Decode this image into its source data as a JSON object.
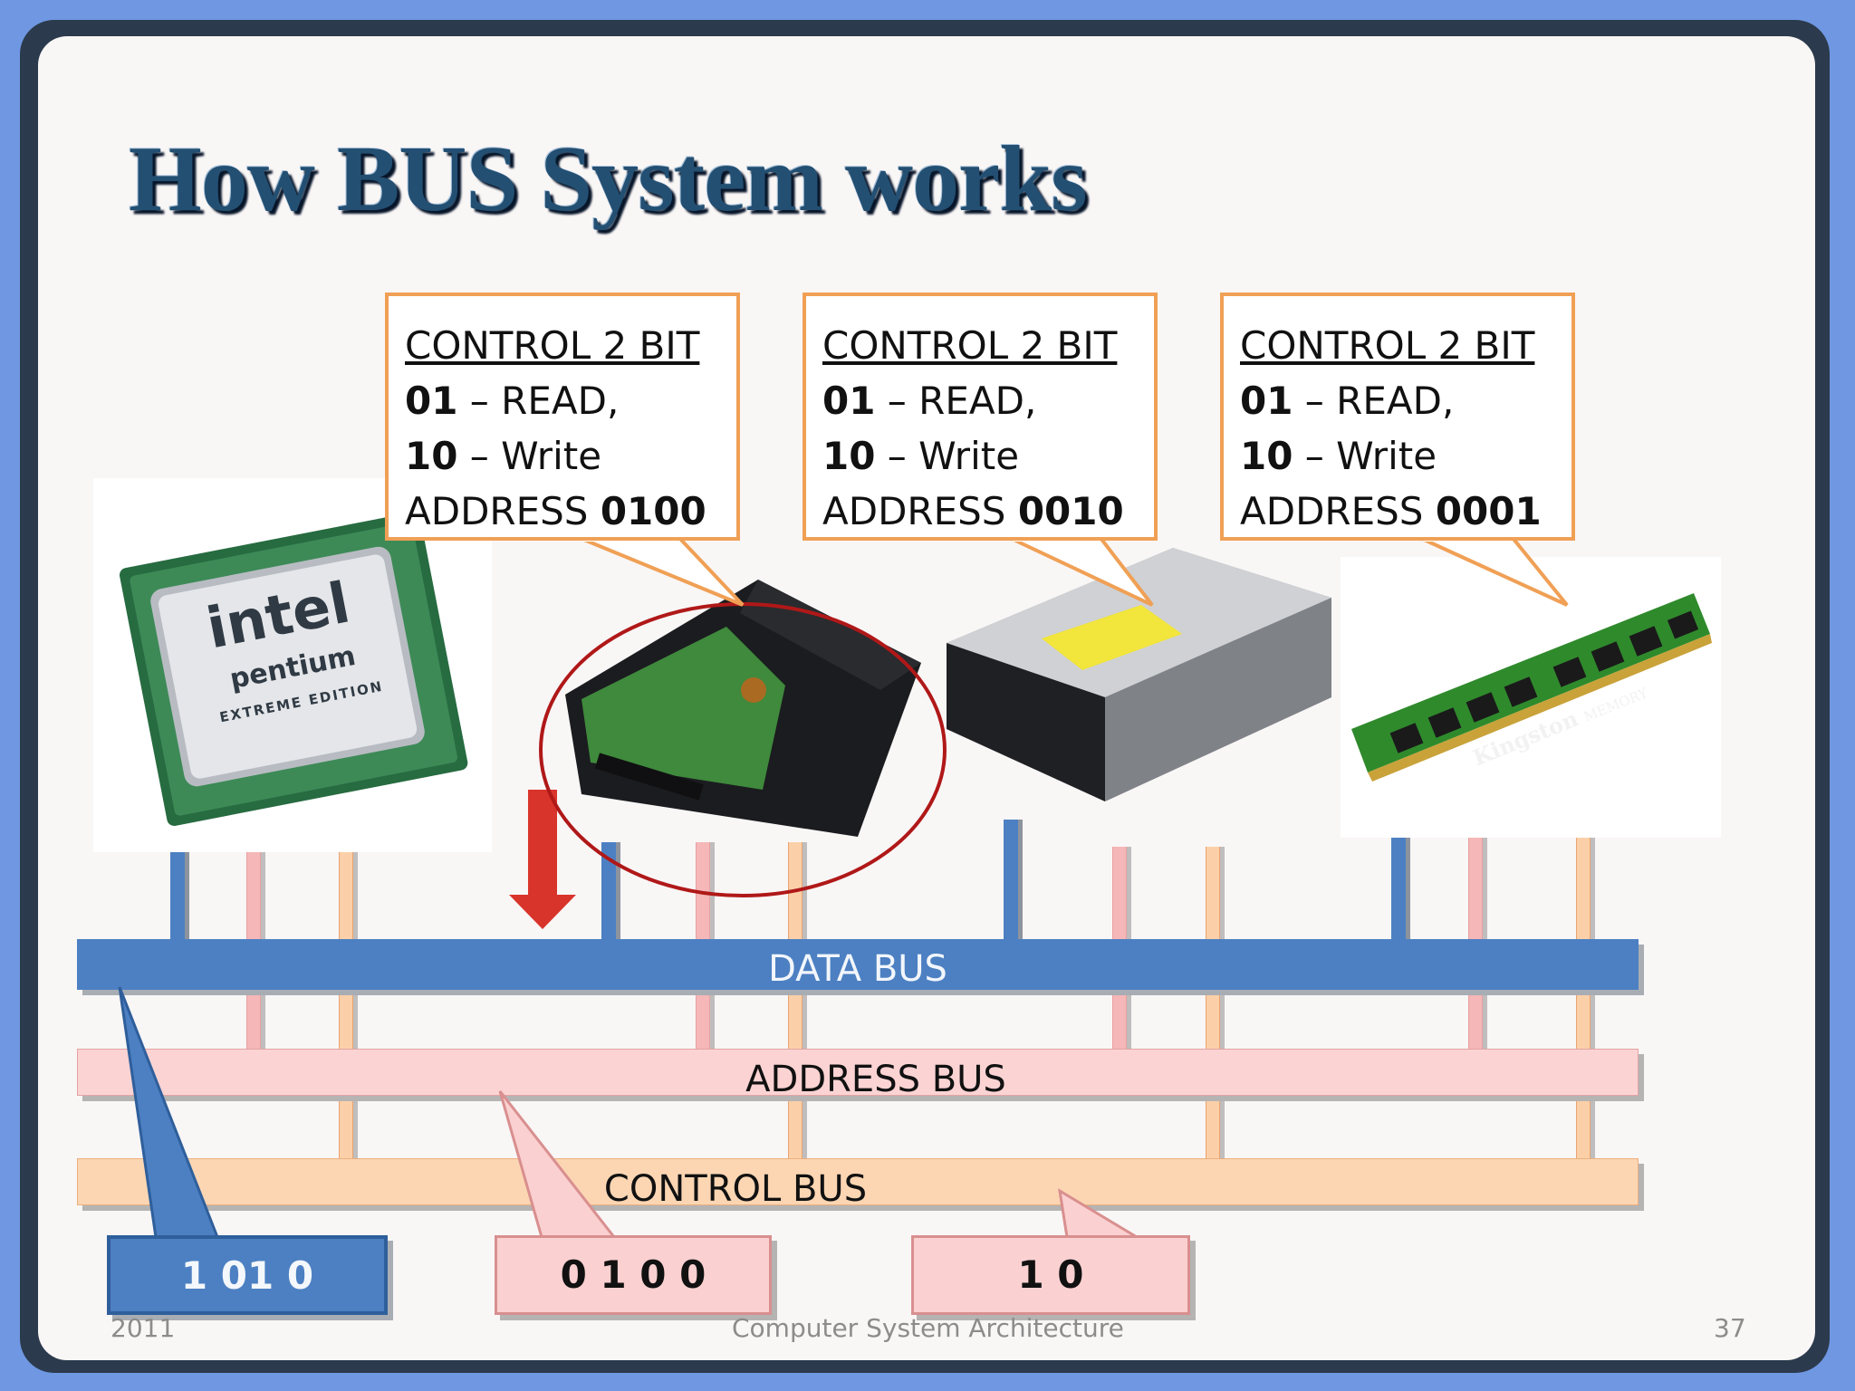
{
  "slide": {
    "title": "How BUS System works"
  },
  "callouts": [
    {
      "head": "CONTROL 2 BIT",
      "read_code": "01",
      "read_text": " – READ,",
      "write_code": "10",
      "write_text": " – Write",
      "address_label": "ADDRESS ",
      "address_value": "0100"
    },
    {
      "head": "CONTROL 2 BIT",
      "read_code": "01",
      "read_text": " – READ,",
      "write_code": "10",
      "write_text": " – Write",
      "address_label": "ADDRESS ",
      "address_value": "0010"
    },
    {
      "head": "CONTROL 2 BIT",
      "read_code": "01",
      "read_text": " – READ,",
      "write_code": "10",
      "write_text": " – Write",
      "address_label": "ADDRESS ",
      "address_value": "0001"
    }
  ],
  "devices": {
    "cpu_brand": "intel",
    "cpu_model": "pentium",
    "cpu_edition": "EXTREME EDITION",
    "ram_brand": "Kingston",
    "ram_label": "MEMORY"
  },
  "buses": {
    "data": "DATA BUS",
    "address": "ADDRESS BUS",
    "control": "CONTROL BUS"
  },
  "values": {
    "data": "1 01 0",
    "address": "0 1 0 0",
    "control": "1 0"
  },
  "footer": {
    "year": "2011",
    "course": "Computer System Architecture",
    "page": "37"
  },
  "colors": {
    "title": "#234f72",
    "data_bus": "#4c80c2",
    "address_bus": "#fbd3d3",
    "control_bus": "#fcd6b3",
    "callout_border": "#f0a055",
    "highlight_ring": "#b01818",
    "arrow": "#d9342b"
  }
}
